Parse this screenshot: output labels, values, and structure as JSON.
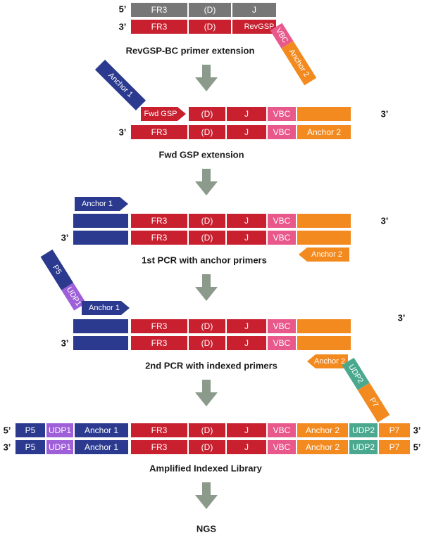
{
  "colors": {
    "template": "#777777",
    "red": "#c8202f",
    "blue": "#2b3a8f",
    "orange": "#f28a1f",
    "pink": "#e8588a",
    "purple": "#9e5fd8",
    "green": "#4aa88e",
    "arrow": "#8b9a8a"
  },
  "ends": {
    "five_prime": "5’",
    "three_prime": "3’"
  },
  "segments": {
    "fr3": "FR3",
    "d": "(D)",
    "j": "J",
    "vbc": "VBC",
    "anchor1": "Anchor 1",
    "anchor2": "Anchor 2",
    "p5": "P5",
    "udp1": "UDP1",
    "udp2": "UDP2",
    "p7": "P7"
  },
  "primers": {
    "rev_gsp": "RevGSP",
    "fwd_gsp": "Fwd GSP",
    "anchor1": "Anchor 1",
    "anchor2": "Anchor 2",
    "vbc": "VBC",
    "p5": "P5",
    "udp1": "UDP1",
    "udp2": "UDP2",
    "p7": "P7"
  },
  "steps": [
    {
      "label": "RevGSP-BC primer extension"
    },
    {
      "label": "Fwd GSP extension"
    },
    {
      "label": "1st PCR with anchor primers"
    },
    {
      "label": "2nd PCR with indexed primers"
    },
    {
      "label": "Amplified Indexed Library"
    },
    {
      "label": "NGS"
    }
  ]
}
